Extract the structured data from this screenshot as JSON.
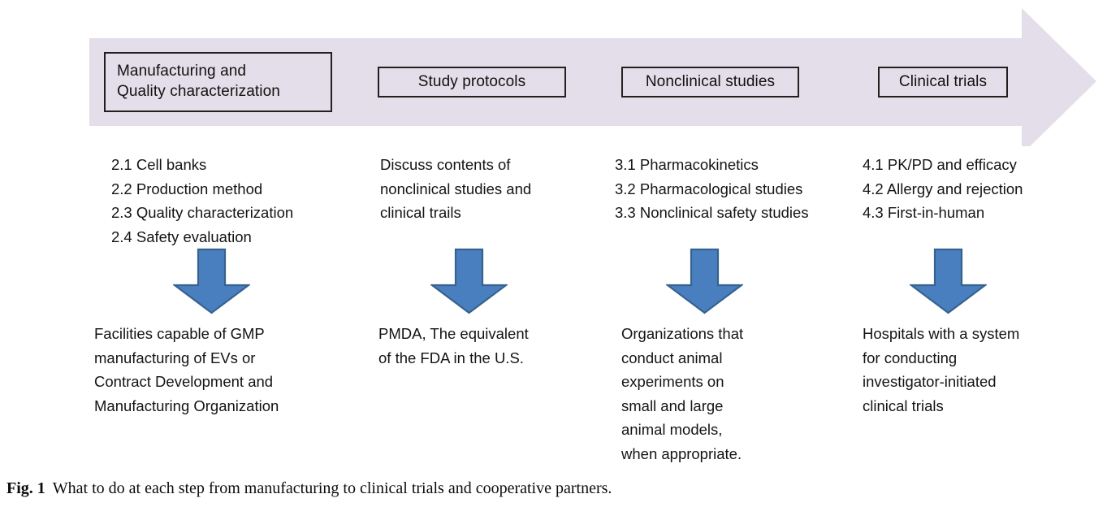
{
  "figure": {
    "background_color": "#ffffff",
    "banner_color": "#E3DEE9",
    "arrow_fill_color": "#4A7FBF",
    "arrow_stroke_color": "#35628F",
    "box_border_color": "#231f20",
    "text_color": "#141414"
  },
  "banner": {
    "stages": [
      {
        "id": "manufacturing-and-quality-characterization",
        "label": "Manufacturing and\nQuality characterization"
      },
      {
        "id": "study-protocols",
        "label": "Study protocols"
      },
      {
        "id": "nonclinical-studies",
        "label": "Nonclinical studies"
      },
      {
        "id": "clinical-trials",
        "label": "Clinical trials"
      }
    ]
  },
  "columns": [
    {
      "id": "manufacturing",
      "items": [
        "2.1 Cell banks",
        "2.2 Production method",
        "2.3 Quality characterization",
        "2.4 Safety evaluation"
      ],
      "partner": "Facilities capable of GMP\nmanufacturing of EVs or\nContract Development and\nManufacturing Organization"
    },
    {
      "id": "study-protocols",
      "paragraph": "Discuss contents of\nnonclinical studies and\nclinical trails",
      "partner": "PMDA, The equivalent\nof the FDA in the U.S."
    },
    {
      "id": "nonclinical-studies",
      "items": [
        "3.1 Pharmacokinetics",
        "3.2 Pharmacological studies",
        "3.3 Nonclinical safety studies"
      ],
      "partner": "Organizations that\nconduct animal\nexperiments on\nsmall and large\nanimal models,\nwhen appropriate."
    },
    {
      "id": "clinical-trials",
      "items": [
        "4.1 PK/PD and efficacy",
        "4.2 Allergy and rejection",
        "4.3 First-in-human"
      ],
      "partner": "Hospitals with a system\nfor conducting\ninvestigator-initiated\nclinical trials"
    }
  ],
  "caption": {
    "label": "Fig. 1",
    "text": "What to do at each step from manufacturing to clinical trials and cooperative partners."
  }
}
